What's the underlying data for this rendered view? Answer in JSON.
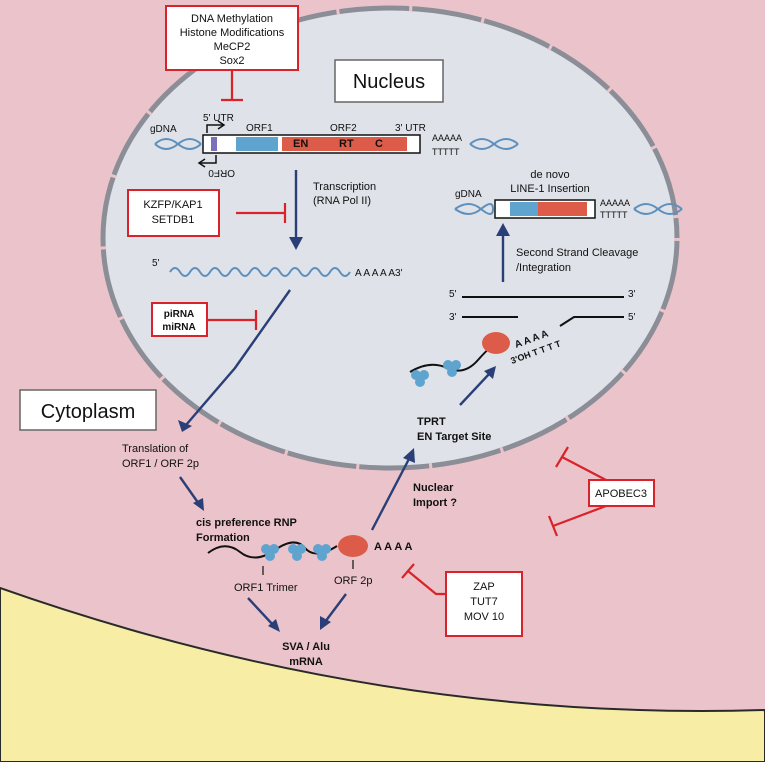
{
  "labels": {
    "nucleus": "Nucleus",
    "cytoplasm": "Cytoplasm",
    "gdna_top": "gDNA",
    "utr5": "5' UTR",
    "orf1": "ORF1",
    "orf2": "ORF2",
    "utr3": "3' UTR",
    "orf0": "ORF0",
    "en": "EN",
    "rt": "RT",
    "c": "C",
    "polyA_top": "AAAAA",
    "polyT_top": "TTTTT",
    "transcription": [
      "Transcription",
      "(RNA Pol II)"
    ],
    "mrna_5": "5'",
    "mrna_polyA": "A A A A A3'",
    "de_novo": [
      "de novo",
      "LINE-1 Insertion"
    ],
    "gdna_right": "gDNA",
    "polyA_right": "AAAAA",
    "polyT_right": "TTTTT",
    "second_strand": [
      "Second Strand Cleavage",
      "/Integration"
    ],
    "strand_top_5": "5'",
    "strand_top_3": "3'",
    "strand_bot_3": "3'",
    "strand_bot_5": "5'",
    "tprt_polyA": "A A A A",
    "tprt_oh": "3'OH T T T T",
    "tprt": [
      "TPRT",
      "EN Target Site"
    ],
    "translation": [
      "Translation of",
      "ORF1 / ORF 2p"
    ],
    "rnp": [
      "cis preference RNP",
      "Formation"
    ],
    "rnp_polyA": "A A A A",
    "nuclear_import": [
      "Nuclear",
      "Import ?"
    ],
    "orf1_trimer": "ORF1 Trimer",
    "orf2p": "ORF 2p",
    "sva_alu": [
      "SVA / Alu",
      "mRNA"
    ]
  },
  "boxes": {
    "epigenetic": [
      "DNA Methylation",
      "Histone Modifications",
      "MeCP2",
      "Sox2"
    ],
    "kzfp": [
      "KZFP/KAP1",
      "SETDB1"
    ],
    "pirna": [
      "piRNA",
      "miRNA"
    ],
    "apobec3": [
      "APOBEC3"
    ],
    "zap": [
      "ZAP",
      "TUT7",
      "MOV 10"
    ]
  },
  "colors": {
    "cytoplasm": "#eac4ca",
    "nucleus": "#dfe2e8",
    "membrane": "#8b8e96",
    "cell_wall": "#f7eda4",
    "orf1_blue": "#5ea4cf",
    "orf2_red": "#dd5c49",
    "arrow_navy": "#2a3f78",
    "inhibit_red": "#d8232a",
    "wave_blue": "#5e90be",
    "orf0_purple": "#7b71b8"
  }
}
